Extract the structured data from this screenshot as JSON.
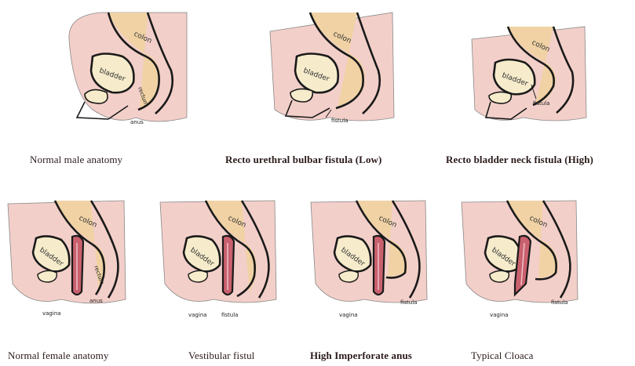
{
  "panels": [
    {
      "caption": "Normal male anatomy",
      "labels": {
        "colon": "colon",
        "bladder": "bladder",
        "rectum": "rectum",
        "anus": "anus"
      }
    },
    {
      "caption": "Recto urethral bulbar fistula (Low)",
      "labels": {
        "colon": "colon",
        "bladder": "bladder",
        "fistula": "fistula"
      }
    },
    {
      "caption": "Recto bladder neck fistula (High)",
      "labels": {
        "colon": "colon",
        "bladder": "bladder",
        "fistula": "fistula"
      }
    },
    {
      "caption": "Normal female anatomy",
      "labels": {
        "colon": "colon",
        "bladder": "bladder",
        "rectum": "rectum",
        "vagina": "vagina",
        "anus": "anus"
      }
    },
    {
      "caption": "Vestibular fistul",
      "labels": {
        "colon": "colon",
        "bladder": "bladder",
        "vagina": "vagina",
        "fistula": "fistula"
      }
    },
    {
      "caption": "High Imperforate anus",
      "labels": {
        "colon": "colon",
        "bladder": "bladder",
        "vagina": "vagina",
        "fistula": "fistula"
      }
    },
    {
      "caption": "Typical Cloaca",
      "labels": {
        "colon": "colon",
        "bladder": "bladder",
        "vagina": "vagina",
        "fistula": "fistula"
      }
    }
  ],
  "colors": {
    "skin": "#f3cfc9",
    "colon": "#f0d2a4",
    "bladder": "#f6eccb",
    "vagina": "#c9606d",
    "outline": "#1a1a1a"
  }
}
